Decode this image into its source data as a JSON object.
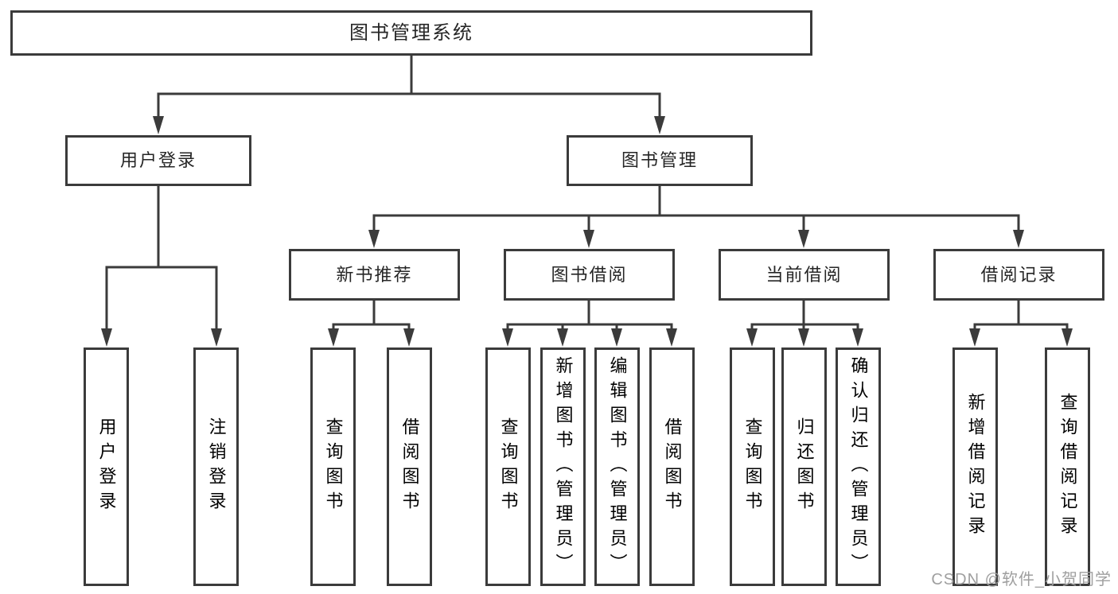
{
  "diagram": {
    "type": "hierarchy",
    "title": "图书管理系统",
    "root": {
      "label": "图书管理系统",
      "children": [
        {
          "label": "用户登录",
          "children": [
            {
              "label": "用户登录"
            },
            {
              "label": "注销登录"
            }
          ]
        },
        {
          "label": "图书管理",
          "children": [
            {
              "label": "新书推荐",
              "children": [
                {
                  "label": "查询图书"
                },
                {
                  "label": "借阅图书"
                }
              ]
            },
            {
              "label": "图书借阅",
              "children": [
                {
                  "label": "查询图书"
                },
                {
                  "label": "新增图书（管理员）"
                },
                {
                  "label": "编辑图书（管理员）"
                },
                {
                  "label": "借阅图书"
                }
              ]
            },
            {
              "label": "当前借阅",
              "children": [
                {
                  "label": "查询图书"
                },
                {
                  "label": "归还图书"
                },
                {
                  "label": "确认归还（管理员）"
                }
              ]
            },
            {
              "label": "借阅记录",
              "children": [
                {
                  "label": "新增借阅记录"
                },
                {
                  "label": "查询借阅记录"
                }
              ]
            }
          ]
        }
      ]
    }
  },
  "watermark": {
    "text": "CSDN @软件_小贺同学"
  },
  "colors": {
    "line": "#3b3b3b",
    "box_border": "#3b3b3b",
    "text": "#262626",
    "watermark": "#9f9f9f",
    "background": "#ffffff"
  }
}
